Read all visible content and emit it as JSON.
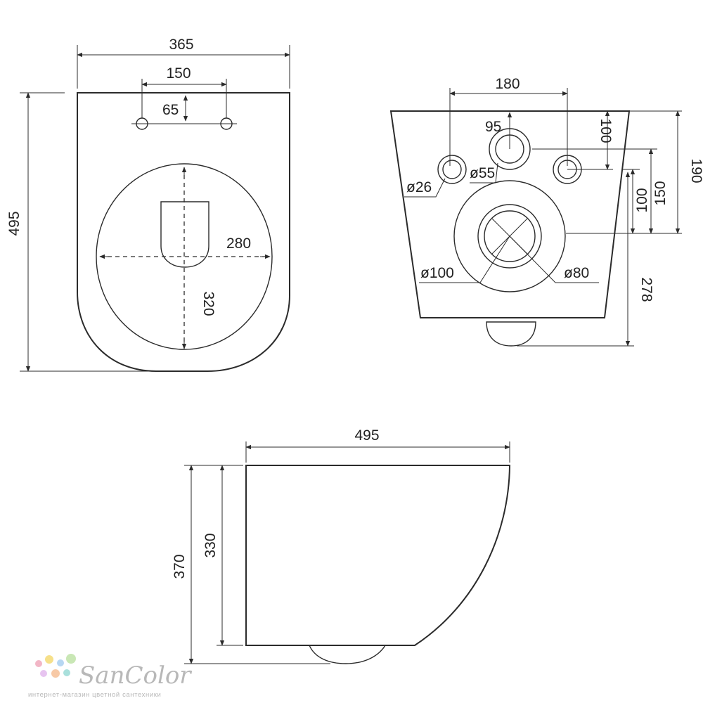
{
  "views": {
    "top": {
      "overall_width": "365",
      "mount_spacing": "150",
      "mount_offset": "65",
      "overall_length": "495",
      "opening_width": "280",
      "opening_length": "320"
    },
    "rear": {
      "stud_spacing": "180",
      "inlet_offset": "95",
      "stud_height_upper": "100",
      "stud_height_lower": "100",
      "inlet_height": "150",
      "total_height": "190",
      "outlet_drop": "278",
      "stud_diameter": "ø26",
      "inlet_diameter": "ø55",
      "outlet_outer_diameter": "ø100",
      "outlet_inner_diameter": "ø80"
    },
    "side": {
      "length": "495",
      "height_total": "370",
      "height_body": "330"
    }
  },
  "watermark": {
    "name": "SanColor",
    "tagline": "интернет-магазин цветной сантехники",
    "colors": {
      "name": "#b8b8b8",
      "dots": [
        "#f2b6c6",
        "#f6e08a",
        "#b7d7f2",
        "#c9e7b5",
        "#e7c4f0",
        "#f7c9a6",
        "#a9e0dc"
      ]
    }
  },
  "style": {
    "line_color": "#2b2b2b",
    "text_color": "#222222"
  }
}
